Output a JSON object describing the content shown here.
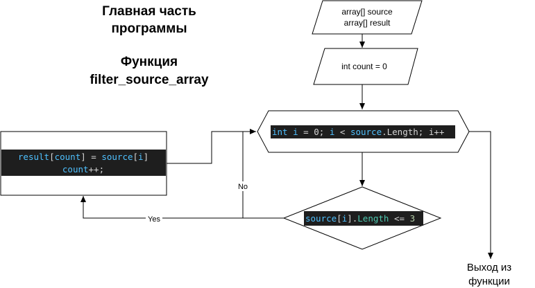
{
  "header": {
    "line1": "Главная часть",
    "line2": "программы",
    "line3": "Функция",
    "line4": "filter_source_array"
  },
  "io_block": {
    "line1": "array[] source",
    "line2": "array[] result"
  },
  "init_block": {
    "text": "int count = 0"
  },
  "loop_block": {
    "kw_int": "int",
    "var_i": "i",
    "eq_zero": "= 0;",
    "var_i2": "i",
    "lt": "<",
    "source": "source",
    "dot_length": ".Length;",
    "inc": "i++"
  },
  "action_block": {
    "result": "result",
    "br1": "[",
    "count": "count",
    "br2": "] =",
    "source": "source",
    "br3": "[",
    "i": "i",
    "br4": "]",
    "count2": "count",
    "inc": "++;"
  },
  "condition_block": {
    "source": "source",
    "br1": "[",
    "i": "i",
    "br2": "].",
    "length": "Length",
    "le": "<=",
    "num": "3"
  },
  "edge_labels": {
    "yes": "Yes",
    "no": "No"
  },
  "exit": {
    "line1": "Выход из",
    "line2": "функции"
  },
  "colors": {
    "code_bg": "#1e1e1e",
    "keyword": "#4fc1ff",
    "type": "#4ec9b0",
    "number": "#b5cea8",
    "plain": "#d4d4d4"
  }
}
